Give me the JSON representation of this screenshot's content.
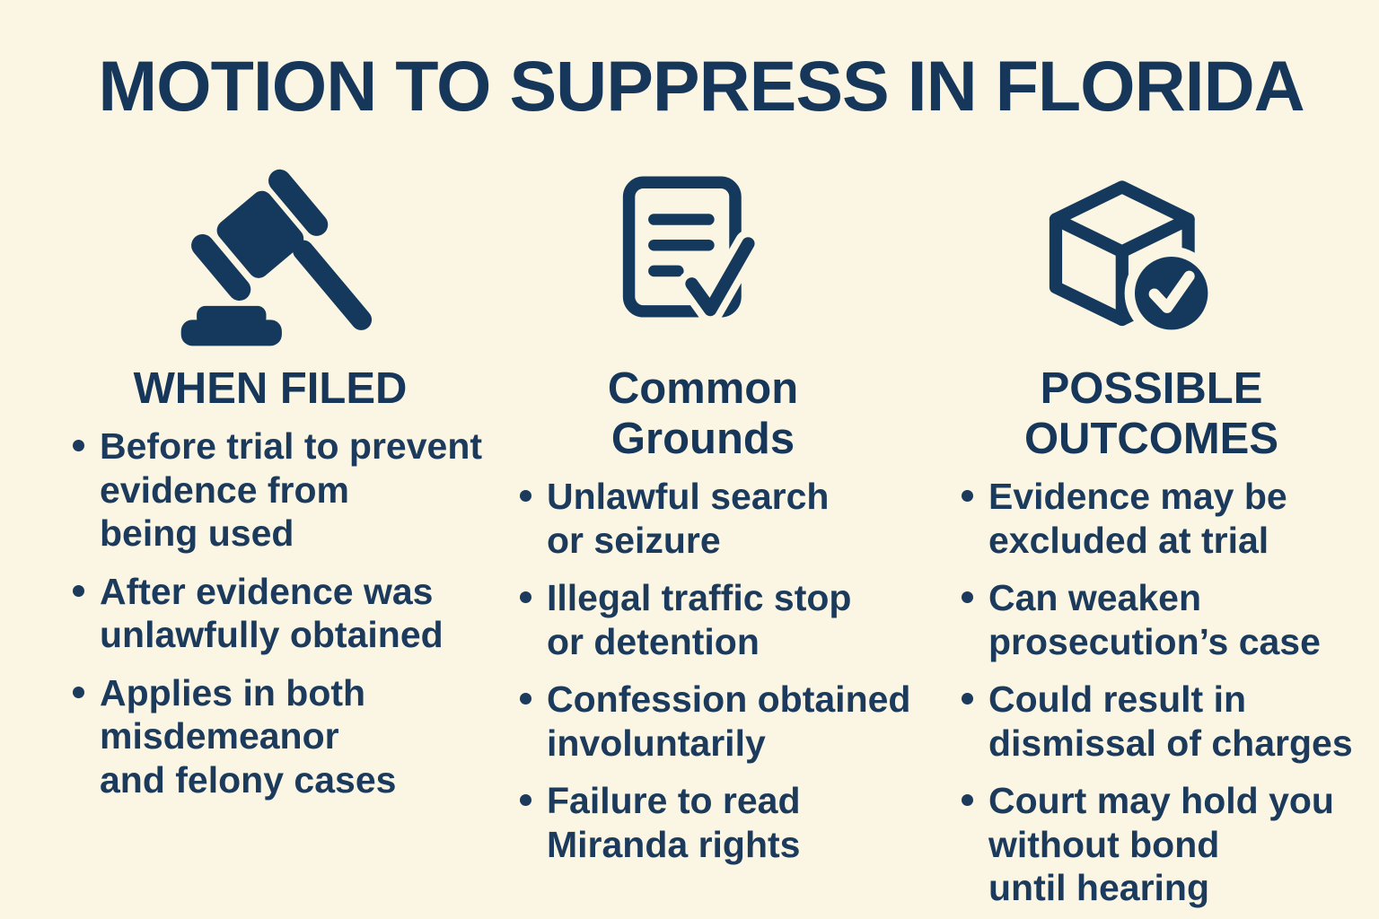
{
  "title": "MOTION TO SUPPRESS IN FLORIDA",
  "colors": {
    "background": "#fbf6e3",
    "navy_text": "#1b3a5c",
    "navy_icon": "#14395c"
  },
  "columns": [
    {
      "icon": "gavel-icon",
      "heading_lines": [
        "WHEN FILED"
      ],
      "bullets": [
        {
          "lines": [
            "Before trial to prevent",
            "evidence from",
            "being used"
          ]
        },
        {
          "lines": [
            "After evidence was",
            "unlawfully obtained"
          ]
        },
        {
          "lines": [
            "Applies in both",
            "misdemeanor",
            "and felony cases"
          ]
        }
      ]
    },
    {
      "icon": "document-check-icon",
      "heading_lines": [
        "Common",
        "Grounds"
      ],
      "bullets": [
        {
          "lines": [
            "Unlawful search",
            "or seizure"
          ]
        },
        {
          "lines": [
            "Illegal traffic stop",
            "or detention"
          ]
        },
        {
          "lines": [
            "Confession obtained",
            "involuntarily"
          ]
        },
        {
          "lines": [
            "Failure to read",
            "Miranda rights"
          ]
        }
      ]
    },
    {
      "icon": "cube-check-icon",
      "heading_lines": [
        "POSSIBLE",
        "OUTCOMES"
      ],
      "bullets": [
        {
          "lines": [
            "Evidence may be",
            "excluded at trial"
          ]
        },
        {
          "lines": [
            "Can weaken",
            "prosecution’s case"
          ]
        },
        {
          "lines": [
            "Could result in",
            "dismissal of charges"
          ]
        },
        {
          "lines": [
            "Court may hold you",
            "without bond",
            "until hearing"
          ]
        }
      ]
    }
  ]
}
